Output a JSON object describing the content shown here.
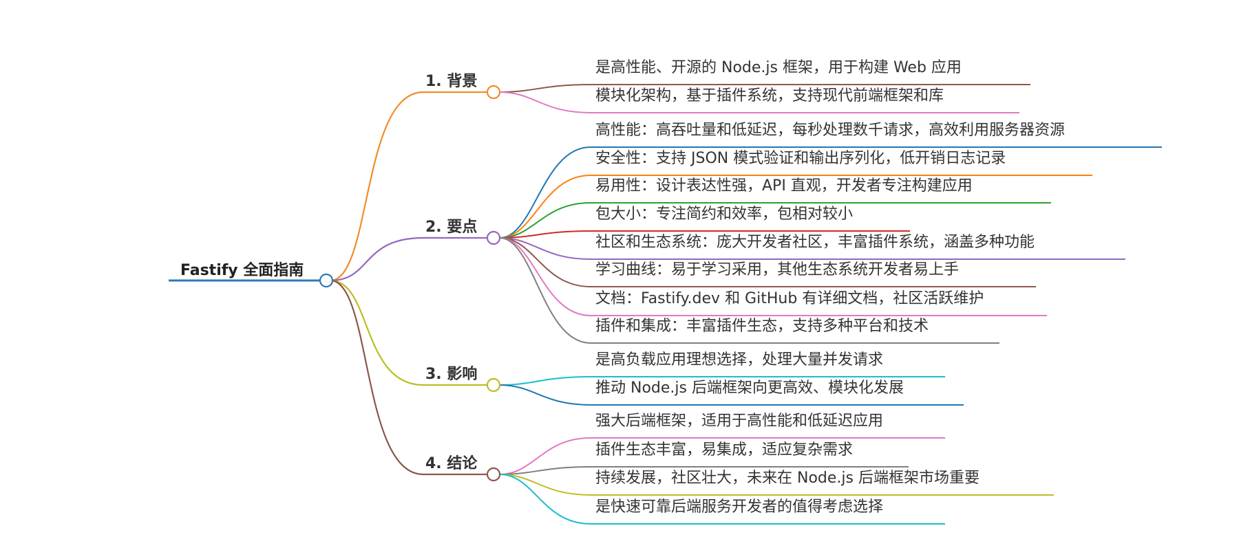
{
  "mindmap": {
    "root": {
      "label": "Fastify 全面指南",
      "color": "#2f78b5"
    },
    "branches": [
      {
        "label": "1. 背景",
        "color": "#f28c28",
        "leaves": [
          {
            "label": "是高性能、开源的 Node.js 框架，用于构建 Web 应用",
            "color": "#8b5a42"
          },
          {
            "label": "模块化架构，基于插件系统，支持现代前端框架和库",
            "color": "#e377c2"
          }
        ]
      },
      {
        "label": "2. 要点",
        "color": "#9467bd",
        "leaves": [
          {
            "label": "高性能：高吞吐量和低延迟，每秒处理数千请求，高效利用服务器资源",
            "color": "#1f77b4"
          },
          {
            "label": "安全性：支持 JSON 模式验证和输出序列化，低开销日志记录",
            "color": "#ff7f0e"
          },
          {
            "label": "易用性：设计表达性强，API 直观，开发者专注构建应用",
            "color": "#2ca02c"
          },
          {
            "label": "包大小：专注简约和效率，包相对较小",
            "color": "#d62728"
          },
          {
            "label": "社区和生态系统：庞大开发者社区，丰富插件系统，涵盖多种功能",
            "color": "#9467bd"
          },
          {
            "label": "学习曲线：易于学习采用，其他生态系统开发者易上手",
            "color": "#8c564b"
          },
          {
            "label": "文档：Fastify.dev 和 GitHub 有详细文档，社区活跃维护",
            "color": "#e377c2"
          },
          {
            "label": "插件和集成：丰富插件生态，支持多种平台和技术",
            "color": "#7f7f7f"
          }
        ]
      },
      {
        "label": "3. 影响",
        "color": "#bcbd22",
        "leaves": [
          {
            "label": "是高负载应用理想选择，处理大量并发请求",
            "color": "#17becf"
          },
          {
            "label": "推动 Node.js 后端框架向更高效、模块化发展",
            "color": "#1f77b4"
          }
        ]
      },
      {
        "label": "4. 结论",
        "color": "#8c564b",
        "leaves": [
          {
            "label": "强大后端框架，适用于高性能和低延迟应用",
            "color": "#e377c2"
          },
          {
            "label": "插件生态丰富，易集成，适应复杂需求",
            "color": "#7f7f7f"
          },
          {
            "label": "持续发展，社区壮大，未来在 Node.js 后端框架市场重要",
            "color": "#bcbd22"
          },
          {
            "label": "是快速可靠后端服务开发者的值得考虑选择",
            "color": "#17becf"
          }
        ]
      }
    ]
  }
}
